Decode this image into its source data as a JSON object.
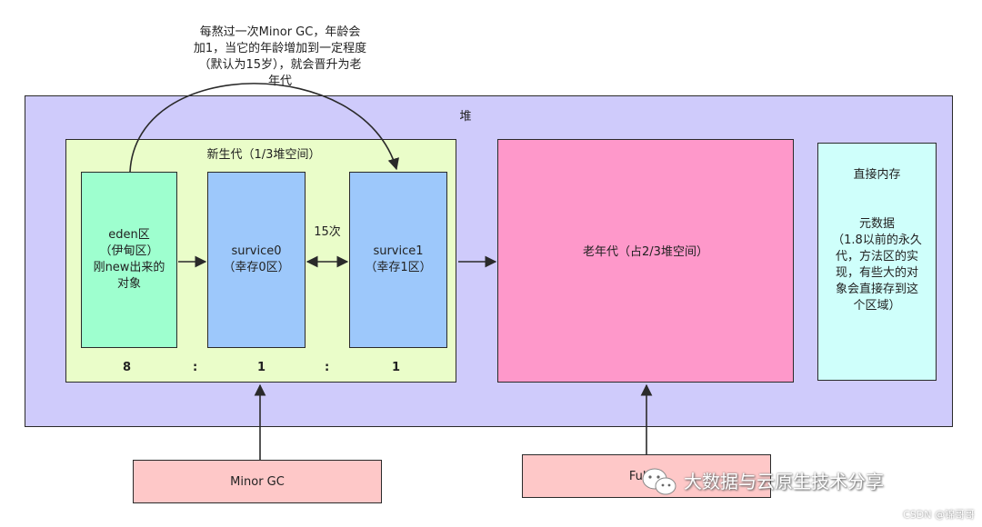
{
  "annotation": {
    "lines": [
      "每熬过一次Minor GC，年龄会",
      "加1，当它的年龄增加到一定程度",
      "（默认为15岁），就会晋升为老",
      "年代"
    ]
  },
  "heap": {
    "label": "堆"
  },
  "young": {
    "label": "新生代（1/3堆空间）"
  },
  "eden": {
    "text": "eden区\n（伊甸区）\n刚new出来的\n对象"
  },
  "survivor0": {
    "text": "survice0\n（幸存0区）"
  },
  "survivor1": {
    "text": "survice1\n（幸存1区）"
  },
  "swap_label": "15次",
  "ratio": {
    "eden": "8",
    "sep1": ":",
    "s0": "1",
    "sep2": ":",
    "s1": "1"
  },
  "old": {
    "text": "老年代（占2/3堆空间）"
  },
  "direct_memory": {
    "title": "直接内存",
    "text": "元数据\n（1.8以前的永久\n代，方法区的实\n现，有些大的对\n象会直接存到这\n个区域）"
  },
  "minor_gc": {
    "label": "Minor GC"
  },
  "full_gc": {
    "label": "Full"
  },
  "watermark": {
    "text": "大数据与云原生技术分享",
    "csdn": "CSDN @锦哥哥"
  },
  "colors": {
    "heap": "#cfcbfb",
    "young": "#eafdc9",
    "eden": "#9effcf",
    "survivor": "#9dc8fb",
    "old": "#fe98ca",
    "direct": "#cffffb",
    "gc": "#fec8c8"
  }
}
